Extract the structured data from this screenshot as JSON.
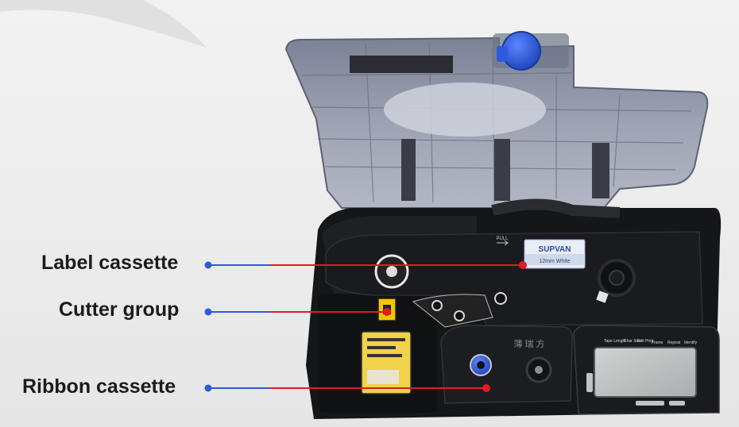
{
  "callouts": [
    {
      "label": "Label cassette",
      "line_color_left": "#2f5bd6",
      "line_color_right": "#e01b24"
    },
    {
      "label": "Cutter group",
      "line_color_left": "#2f5bd6",
      "line_color_right": "#e01b24"
    },
    {
      "label": "Ribbon cassette",
      "line_color_left": "#2f5bd6",
      "line_color_right": "#e01b24"
    }
  ],
  "device": {
    "brand": "SUPVAN",
    "tape_spec": "12mm White",
    "pull_mark": "PULL",
    "ribbon_marking": "薄 瑞 方",
    "keypad_labels": [
      "Tape Length",
      "Char Size",
      "Edit Print",
      "Frame",
      "Repeat",
      "Identify"
    ],
    "colors": {
      "body": "#151618",
      "lid": "#8d93a6",
      "dial": "#2d5be0",
      "cutter": "#f4c400"
    }
  }
}
